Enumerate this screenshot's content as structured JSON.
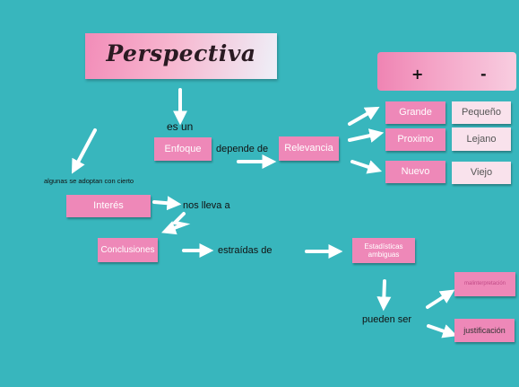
{
  "title": "Perspectiva",
  "columns": {
    "plus": "+",
    "minus": "-"
  },
  "nodes": {
    "enfoque": "Enfoque",
    "relevancia": "Relevancia",
    "interes": "Interés",
    "conclusiones": "Conclusiones",
    "estadisticas_line1": "Estadísticas",
    "estadisticas_line2": "ambiguas",
    "grande": "Grande",
    "pequeno": "Pequeño",
    "proximo": "Proximo",
    "lejano": "Lejano",
    "nuevo": "Nuevo",
    "viejo": "Viejo",
    "malinterpretacion": "malinterpretación",
    "justificacion": "justificación"
  },
  "links": {
    "es_un": "es un",
    "depende_de": "depende de",
    "algunas": "algunas se adoptan con cierto",
    "nos_lleva_a": "nos lleva a",
    "extraidas_de": "estraídas de",
    "pueden_ser": "pueden ser"
  },
  "colors": {
    "background": "#38b6bd",
    "node": "#ee88b8",
    "node_light": "#f9e2ec",
    "arrow": "#ffffff"
  }
}
